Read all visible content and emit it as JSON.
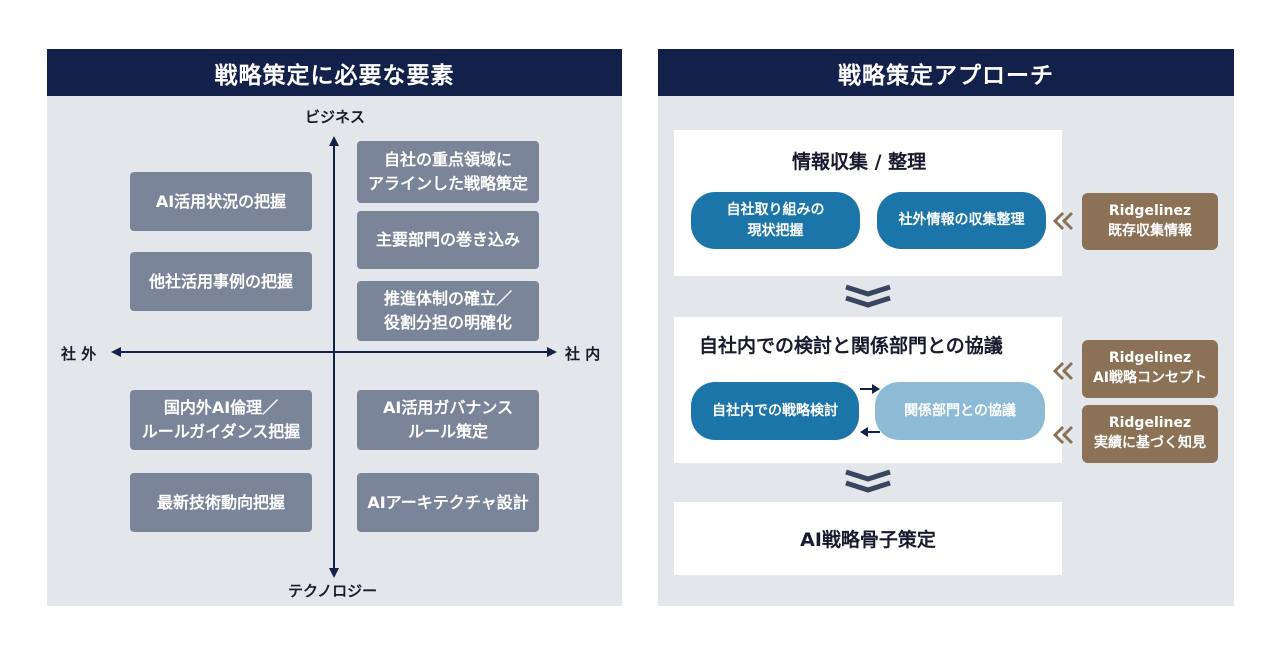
{
  "left_panel": {
    "title": "戦略策定に必要な要素",
    "axis": {
      "top": "ビジネス",
      "bottom": "テクノロジー",
      "left": "社 外",
      "right": "社 内"
    },
    "quadrants": {
      "business_external": [
        "AI活用状況の把握",
        "他社活用事例の把握"
      ],
      "business_internal": [
        "自社の重点領域に\nアラインした戦略策定",
        "主要部門の巻き込み",
        "推進体制の確立／\n役割分担の明確化"
      ],
      "tech_external": [
        "国内外AI倫理／\nルールガイダンス把握",
        "最新技術動向把握"
      ],
      "tech_internal": [
        "AI活用ガバナンス\nルール策定",
        "AIアーキテクチャ設計"
      ]
    }
  },
  "right_panel": {
    "title": "戦略策定アプローチ",
    "steps": [
      {
        "title": "情報収集 / 整理",
        "pills": [
          "自社取り組みの\n現状把握",
          "社外情報の収集整理"
        ]
      },
      {
        "title": "自社内での検討と関係部門との協議",
        "pills": [
          "自社内での戦略検討",
          "関係部門との協議"
        ]
      },
      {
        "title": "AI戦略骨子策定"
      }
    ],
    "sources": [
      "Ridgelinez\n既存収集情報",
      "Ridgelinez\nAI戦略コンセプト",
      "Ridgelinez\n実績に基づく知見"
    ]
  },
  "colors": {
    "header": "#13204a",
    "panel_bg": "#e3e6ea",
    "grey_box": "#7a8599",
    "pill_dark": "#1c75a8",
    "pill_light": "#8dbbd6",
    "source_box": "#8b7256",
    "chevron": "#3a4560"
  }
}
